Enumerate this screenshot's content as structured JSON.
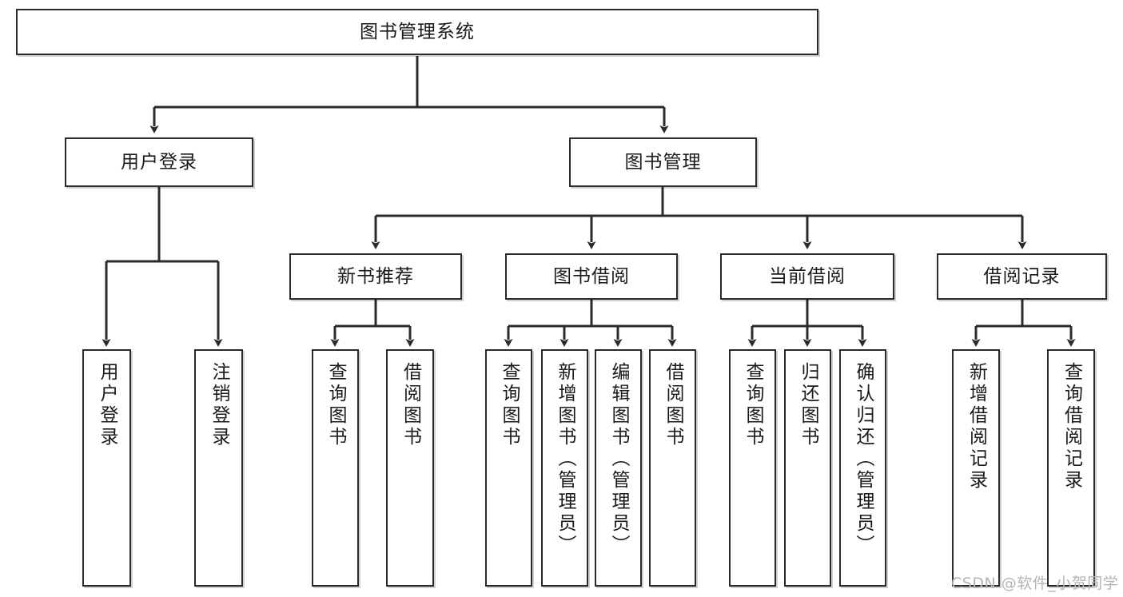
{
  "diagram": {
    "title": "图书管理系统",
    "watermark": "CSDN @软件_小贺同学",
    "colors": {
      "stroke": "#2b2b2b",
      "fill": "#ffffff",
      "text": "#1a1a1a",
      "watermark": "#b4b4b4"
    },
    "levels": {
      "root": {
        "label": "图书管理系统"
      },
      "level2": [
        {
          "label": "用户登录"
        },
        {
          "label": "图书管理"
        }
      ],
      "level3": [
        {
          "label": "新书推荐"
        },
        {
          "label": "图书借阅"
        },
        {
          "label": "当前借阅"
        },
        {
          "label": "借阅记录"
        }
      ],
      "leaves": [
        {
          "label": "用户登录",
          "parent": "用户登录"
        },
        {
          "label": "注销登录",
          "parent": "用户登录"
        },
        {
          "label": "查询图书",
          "parent": "新书推荐"
        },
        {
          "label": "借阅图书",
          "parent": "新书推荐"
        },
        {
          "label": "查询图书",
          "parent": "图书借阅"
        },
        {
          "label": "新增图书（管理员）",
          "parent": "图书借阅"
        },
        {
          "label": "编辑图书（管理员）",
          "parent": "图书借阅"
        },
        {
          "label": "借阅图书",
          "parent": "图书借阅"
        },
        {
          "label": "查询图书",
          "parent": "当前借阅"
        },
        {
          "label": "归还图书",
          "parent": "当前借阅"
        },
        {
          "label": "确认归还（管理员）",
          "parent": "当前借阅"
        },
        {
          "label": "新增借阅记录",
          "parent": "借阅记录"
        },
        {
          "label": "查询借阅记录",
          "parent": "借阅记录"
        }
      ]
    }
  }
}
